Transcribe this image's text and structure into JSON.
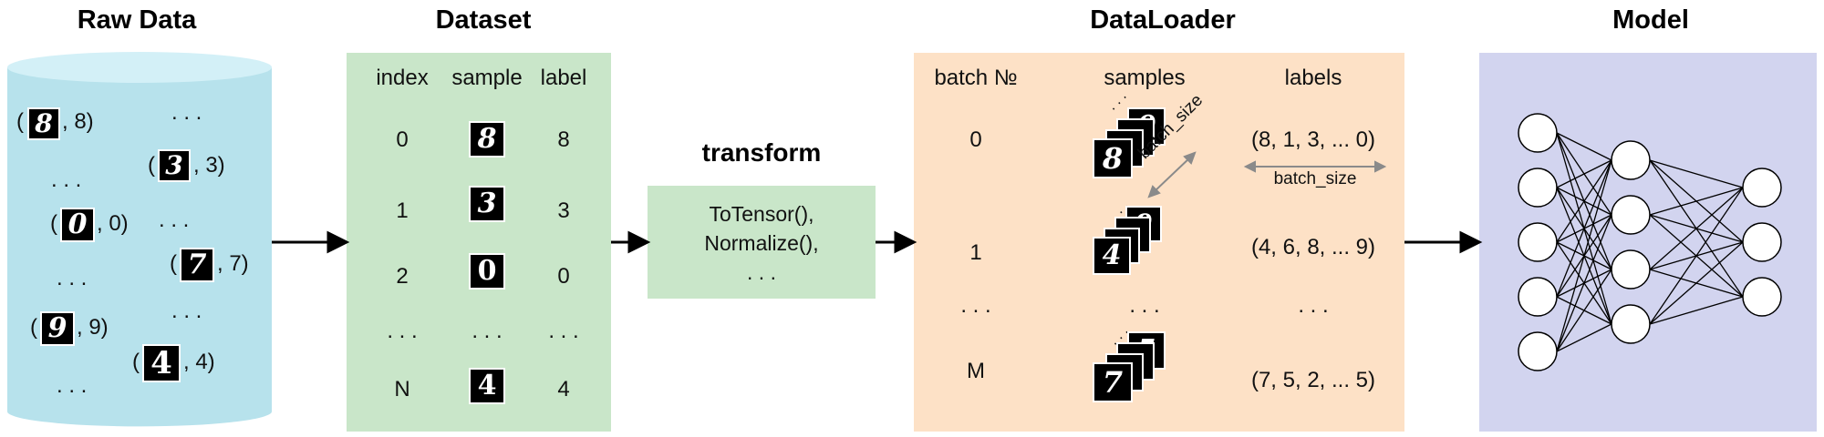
{
  "titles": {
    "raw_data": "Raw Data",
    "dataset": "Dataset",
    "transform": "transform",
    "dataloader": "DataLoader",
    "model": "Model"
  },
  "raw_data": {
    "items": [
      {
        "digit": "8",
        "text": ", 8)"
      },
      {
        "digit": "3",
        "text": ", 3)"
      },
      {
        "digit": "0",
        "text": ", 0)"
      },
      {
        "digit": "7",
        "text": ", 7)"
      },
      {
        "digit": "9",
        "text": ", 9)"
      },
      {
        "digit": "4",
        "text": ", 4)"
      }
    ],
    "open_paren": "(",
    "ellipsis": ". . ."
  },
  "dataset": {
    "headers": [
      "index",
      "sample",
      "label"
    ],
    "rows": [
      {
        "index": "0",
        "digit": "8",
        "label": "8"
      },
      {
        "index": "1",
        "digit": "3",
        "label": "3"
      },
      {
        "index": "2",
        "digit": "0",
        "label": "0"
      },
      {
        "index": ". . .",
        "digit": ". . .",
        "label": ". . ."
      },
      {
        "index": "N",
        "digit": "4",
        "label": "4"
      }
    ]
  },
  "transform": {
    "lines": [
      "ToTensor(),",
      "Normalize(),",
      ". . ."
    ]
  },
  "dataloader": {
    "headers": [
      "batch №",
      "samples",
      "labels"
    ],
    "batch_size_label": "batch_size",
    "rows": [
      {
        "batch": "0",
        "front_digit": "8",
        "back_digit": "0",
        "labels": "(8, 1, 3, ... 0)"
      },
      {
        "batch": "1",
        "front_digit": "4",
        "back_digit": "9",
        "labels": "(4, 6, 8, ... 9)"
      },
      {
        "batch": ". . .",
        "front_digit": "",
        "back_digit": "",
        "labels": ". . ."
      },
      {
        "batch": "M",
        "front_digit": "7",
        "back_digit": "5",
        "labels": "(7, 5, 2, ... 5)"
      }
    ],
    "stack_ellipsis": ". . .",
    "samples_ellipsis": ". . ."
  },
  "model": {
    "layers": [
      5,
      4,
      3
    ]
  },
  "colors": {
    "raw_data_fill": "#b7e2ec",
    "raw_data_top": "#d3f0f7",
    "dataset_fill": "#c9e6c9",
    "transform_fill": "#c9e6c9",
    "dataloader_fill": "#fde1c6",
    "model_fill": "#d2d4ef",
    "arrow": "#000000"
  }
}
